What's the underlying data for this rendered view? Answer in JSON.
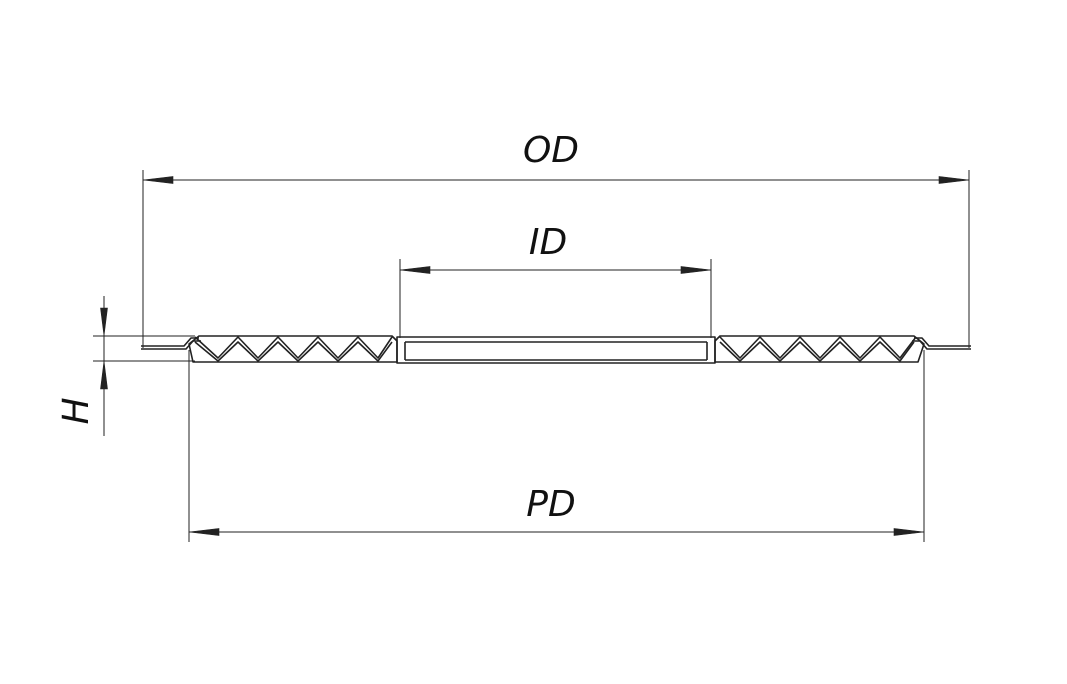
{
  "dimensions": {
    "outer_diameter": "OD",
    "inner_diameter": "ID",
    "pitch_diameter": "PD",
    "height": "H"
  },
  "colors": {
    "line": "#222222",
    "background": "#ffffff"
  }
}
